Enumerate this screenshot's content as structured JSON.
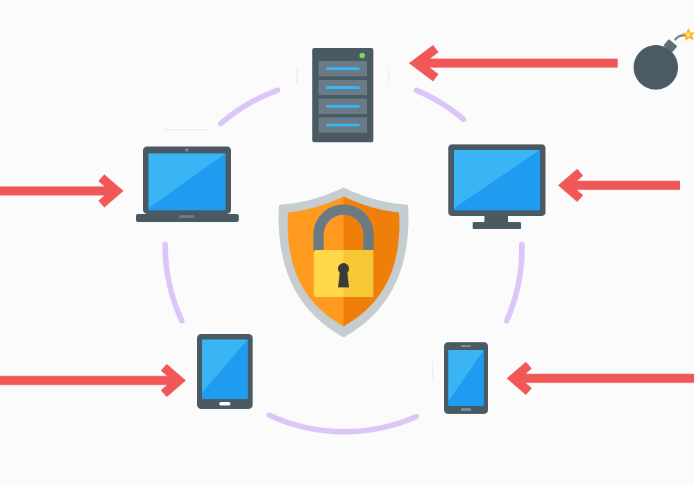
{
  "diagram": {
    "nodes": [
      {
        "id": "server",
        "icon": "server-icon"
      },
      {
        "id": "laptop",
        "icon": "laptop-icon"
      },
      {
        "id": "monitor",
        "icon": "monitor-icon"
      },
      {
        "id": "tablet",
        "icon": "tablet-icon"
      },
      {
        "id": "phone",
        "icon": "phone-icon"
      },
      {
        "id": "shield",
        "icon": "shield-lock-icon"
      },
      {
        "id": "bomb",
        "icon": "bomb-icon"
      }
    ],
    "attacks": [
      {
        "from": "bomb",
        "to": "server",
        "direction": "left"
      },
      {
        "from": "left",
        "to": "laptop",
        "direction": "right"
      },
      {
        "from": "right",
        "to": "monitor",
        "direction": "left"
      },
      {
        "from": "left",
        "to": "tablet",
        "direction": "right"
      },
      {
        "from": "right",
        "to": "phone",
        "direction": "left"
      }
    ]
  },
  "colors": {
    "background": "#fbfbfb",
    "ring": "#dcc6f7",
    "arrow": "#f25757",
    "device_frame": "#4a5a64",
    "screen": "#1f9bef",
    "screen_light": "#3ab4f5",
    "shield_outer": "#c5cdd1",
    "shield_orange": "#ff9a1f",
    "shield_dark_orange": "#f07f0a",
    "lock_body": "#ffd84a",
    "lock_shackle": "#6a7a83",
    "bomb": "#4b5b65",
    "spark": "#ffb22b"
  }
}
